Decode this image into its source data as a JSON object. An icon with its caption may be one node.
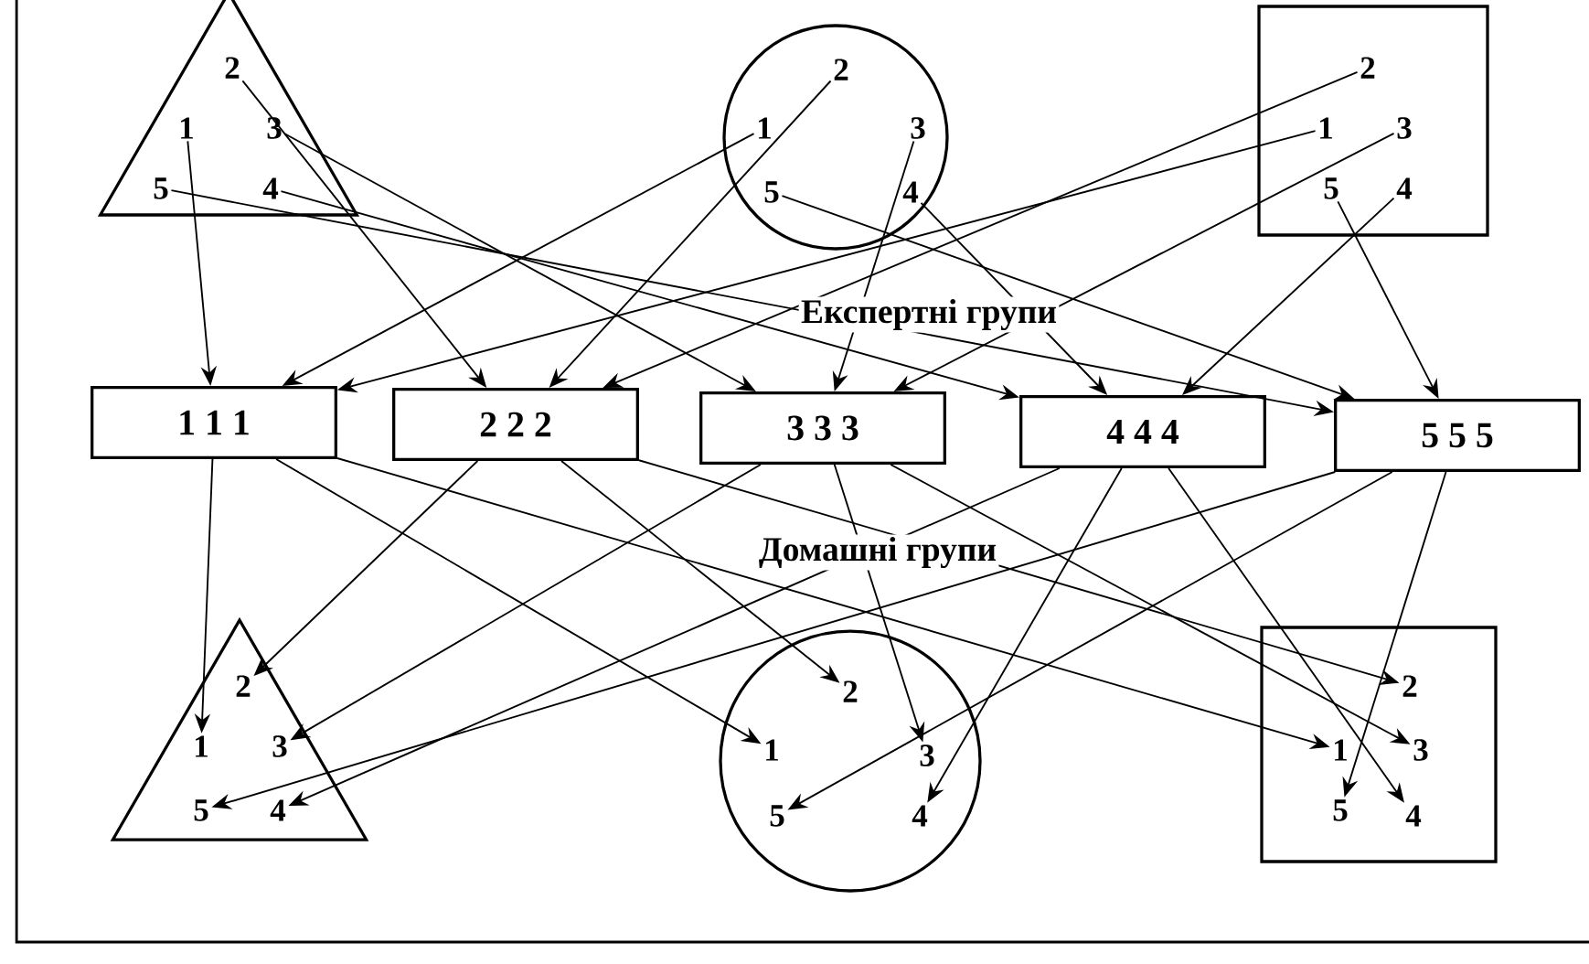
{
  "diagram": {
    "nodes": [
      {
        "text": [],
        "shape": "triangle"
      },
      {
        "text": [
          "2"
        ],
        "in": 0
      },
      {
        "text": [
          "1"
        ],
        "in": 0
      },
      {
        "text": [
          "3"
        ],
        "in": 0
      },
      {
        "text": [
          "5"
        ],
        "in": 0
      },
      {
        "text": [
          "4"
        ],
        "in": 0
      },
      {
        "text": [],
        "shape": "circle"
      },
      {
        "text": [
          "2"
        ],
        "in": 6
      },
      {
        "text": [
          "1"
        ],
        "in": 6
      },
      {
        "text": [
          "3"
        ],
        "in": 6
      },
      {
        "text": [
          "5"
        ],
        "in": 6
      },
      {
        "text": [
          "4"
        ],
        "in": 6
      },
      {
        "text": [],
        "shape": "box"
      },
      {
        "text": [
          "2"
        ],
        "in": 12
      },
      {
        "text": [
          "1"
        ],
        "in": 12
      },
      {
        "text": [
          "3"
        ],
        "in": 12
      },
      {
        "text": [
          "5"
        ],
        "in": 12
      },
      {
        "text": [
          "4"
        ],
        "in": 12
      },
      {
        "text": [
          "1 1 1"
        ]
      },
      {
        "text": [
          "2 2 2"
        ]
      },
      {
        "text": [
          "3 3 3"
        ]
      },
      {
        "text": [
          "4 4 4"
        ]
      },
      {
        "text": [
          "5 5 5"
        ]
      },
      {
        "text": [],
        "shape": "triangle"
      },
      {
        "text": [
          "2"
        ],
        "in": 23
      },
      {
        "text": [
          "1"
        ],
        "in": 23
      },
      {
        "text": [
          "3"
        ],
        "in": 23
      },
      {
        "text": [
          "5"
        ],
        "in": 23
      },
      {
        "text": [
          "4"
        ],
        "in": 23
      },
      {
        "text": [],
        "shape": "circle"
      },
      {
        "text": [
          "2"
        ],
        "in": 29
      },
      {
        "text": [
          "1"
        ],
        "in": 29
      },
      {
        "text": [
          "3"
        ],
        "in": 29
      },
      {
        "text": [
          "5"
        ],
        "in": 29
      },
      {
        "text": [
          "4"
        ],
        "in": 29
      },
      {
        "text": [],
        "shape": "box"
      },
      {
        "text": [
          "2"
        ],
        "in": 35
      },
      {
        "text": [
          "1"
        ],
        "in": 35
      },
      {
        "text": [
          "3"
        ],
        "in": 35
      },
      {
        "text": [
          "5"
        ],
        "in": 35
      },
      {
        "text": [
          "4"
        ],
        "in": 35
      }
    ],
    "edges": [
      {
        "from": 1,
        "to": 19,
        "arrow": "to"
      },
      {
        "from": 2,
        "to": 18,
        "arrow": "to"
      },
      {
        "from": 3,
        "to": 20,
        "arrow": "to"
      },
      {
        "from": 4,
        "to": 22,
        "arrow": "to"
      },
      {
        "from": 5,
        "to": 21,
        "arrow": "to"
      },
      {
        "from": 7,
        "to": 19,
        "arrow": "to"
      },
      {
        "from": 8,
        "to": 18,
        "arrow": "to"
      },
      {
        "from": 9,
        "to": 20,
        "arrow": "to"
      },
      {
        "from": 10,
        "to": 22,
        "arrow": "to"
      },
      {
        "from": 11,
        "to": 21,
        "arrow": "to"
      },
      {
        "from": 13,
        "to": 19,
        "arrow": "to"
      },
      {
        "from": 14,
        "to": 18,
        "arrow": "to"
      },
      {
        "from": 15,
        "to": 20,
        "arrow": "to"
      },
      {
        "from": 16,
        "to": 22,
        "arrow": "to"
      },
      {
        "from": 17,
        "to": 21,
        "arrow": "to"
      },
      {
        "from": 19,
        "to": 24,
        "arrow": "to"
      },
      {
        "from": 18,
        "to": 25,
        "arrow": "to"
      },
      {
        "from": 20,
        "to": 26,
        "arrow": "to"
      },
      {
        "from": 22,
        "to": 27,
        "arrow": "to"
      },
      {
        "from": 21,
        "to": 28,
        "arrow": "to"
      },
      {
        "from": 19,
        "to": 30,
        "arrow": "to"
      },
      {
        "from": 18,
        "to": 31,
        "arrow": "to"
      },
      {
        "from": 20,
        "to": 32,
        "arrow": "to"
      },
      {
        "from": 22,
        "to": 33,
        "arrow": "to"
      },
      {
        "from": 21,
        "to": 34,
        "arrow": "to"
      },
      {
        "from": 19,
        "to": 36,
        "arrow": "to"
      },
      {
        "from": 18,
        "to": 37,
        "arrow": "to"
      },
      {
        "from": 20,
        "to": 38,
        "arrow": "to"
      },
      {
        "from": 22,
        "to": 39,
        "arrow": "to"
      },
      {
        "from": 21,
        "to": 40,
        "arrow": "to"
      }
    ],
    "labels": [
      "Експертні групи",
      "Домашні групи"
    ]
  }
}
